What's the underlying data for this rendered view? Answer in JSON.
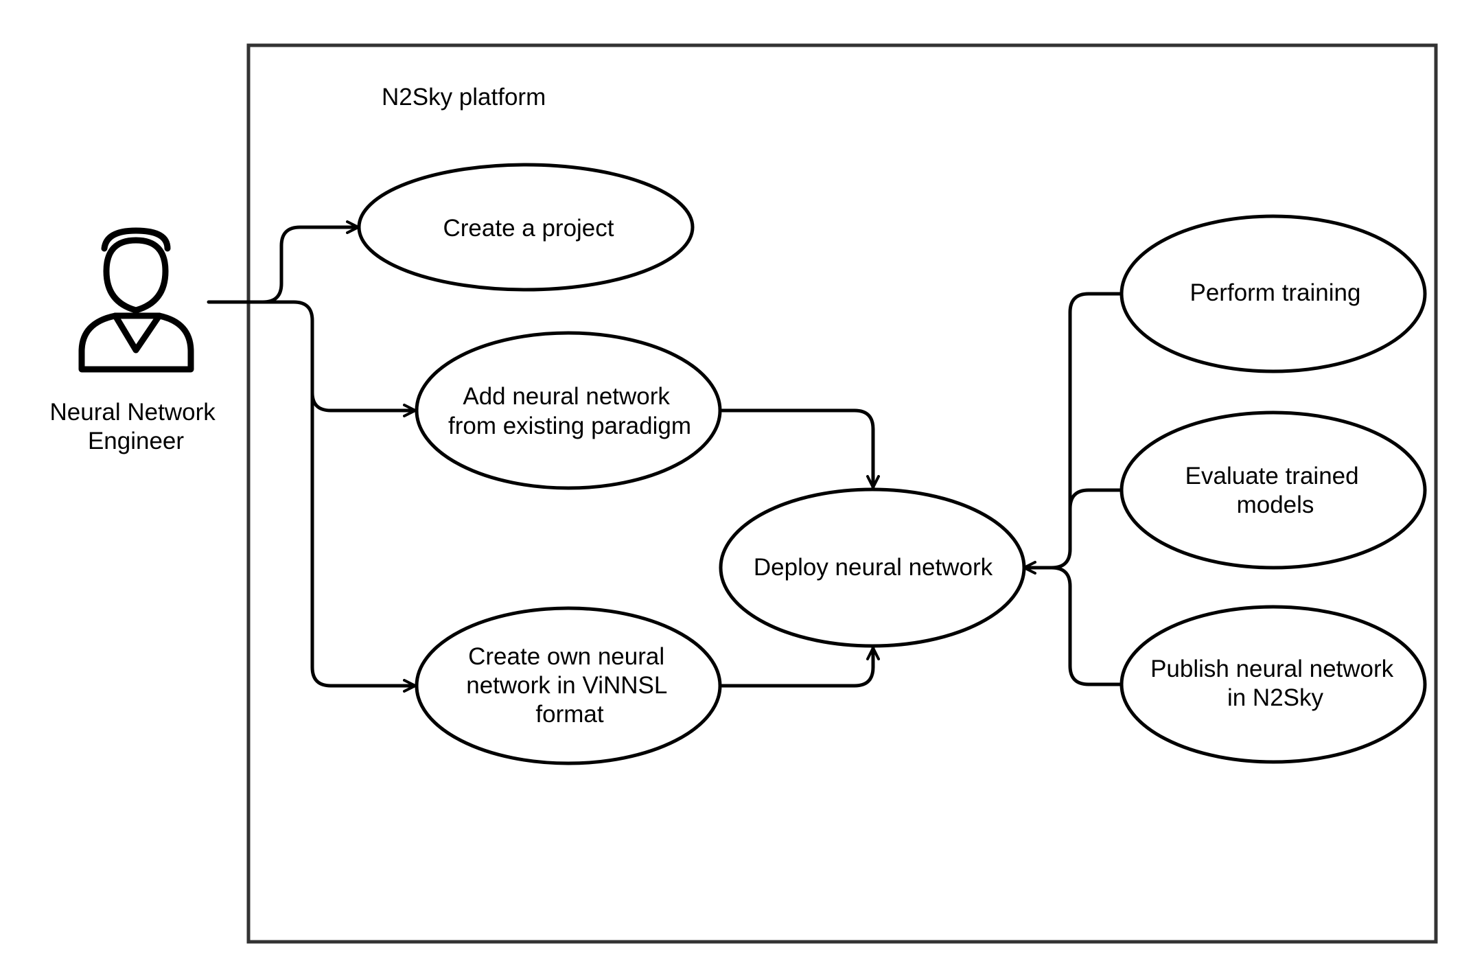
{
  "diagram": {
    "system_label": "N2Sky platform",
    "actor": {
      "label_line1": "Neural Network",
      "label_line2": "Engineer",
      "icon": "person-icon"
    },
    "use_cases": {
      "create_project": [
        "Create a project"
      ],
      "add_network": [
        "Add neural network",
        "from existing paradigm"
      ],
      "create_own": [
        "Create own neural",
        "network in ViNNSL",
        "format"
      ],
      "deploy": [
        "Deploy neural network"
      ],
      "perform_training": [
        "Perform training"
      ],
      "evaluate": [
        "Evaluate trained",
        "models"
      ],
      "publish": [
        "Publish neural network",
        "in N2Sky"
      ]
    },
    "colors": {
      "stroke": "#000000",
      "box_stroke": "#333333",
      "background": "#ffffff"
    }
  }
}
